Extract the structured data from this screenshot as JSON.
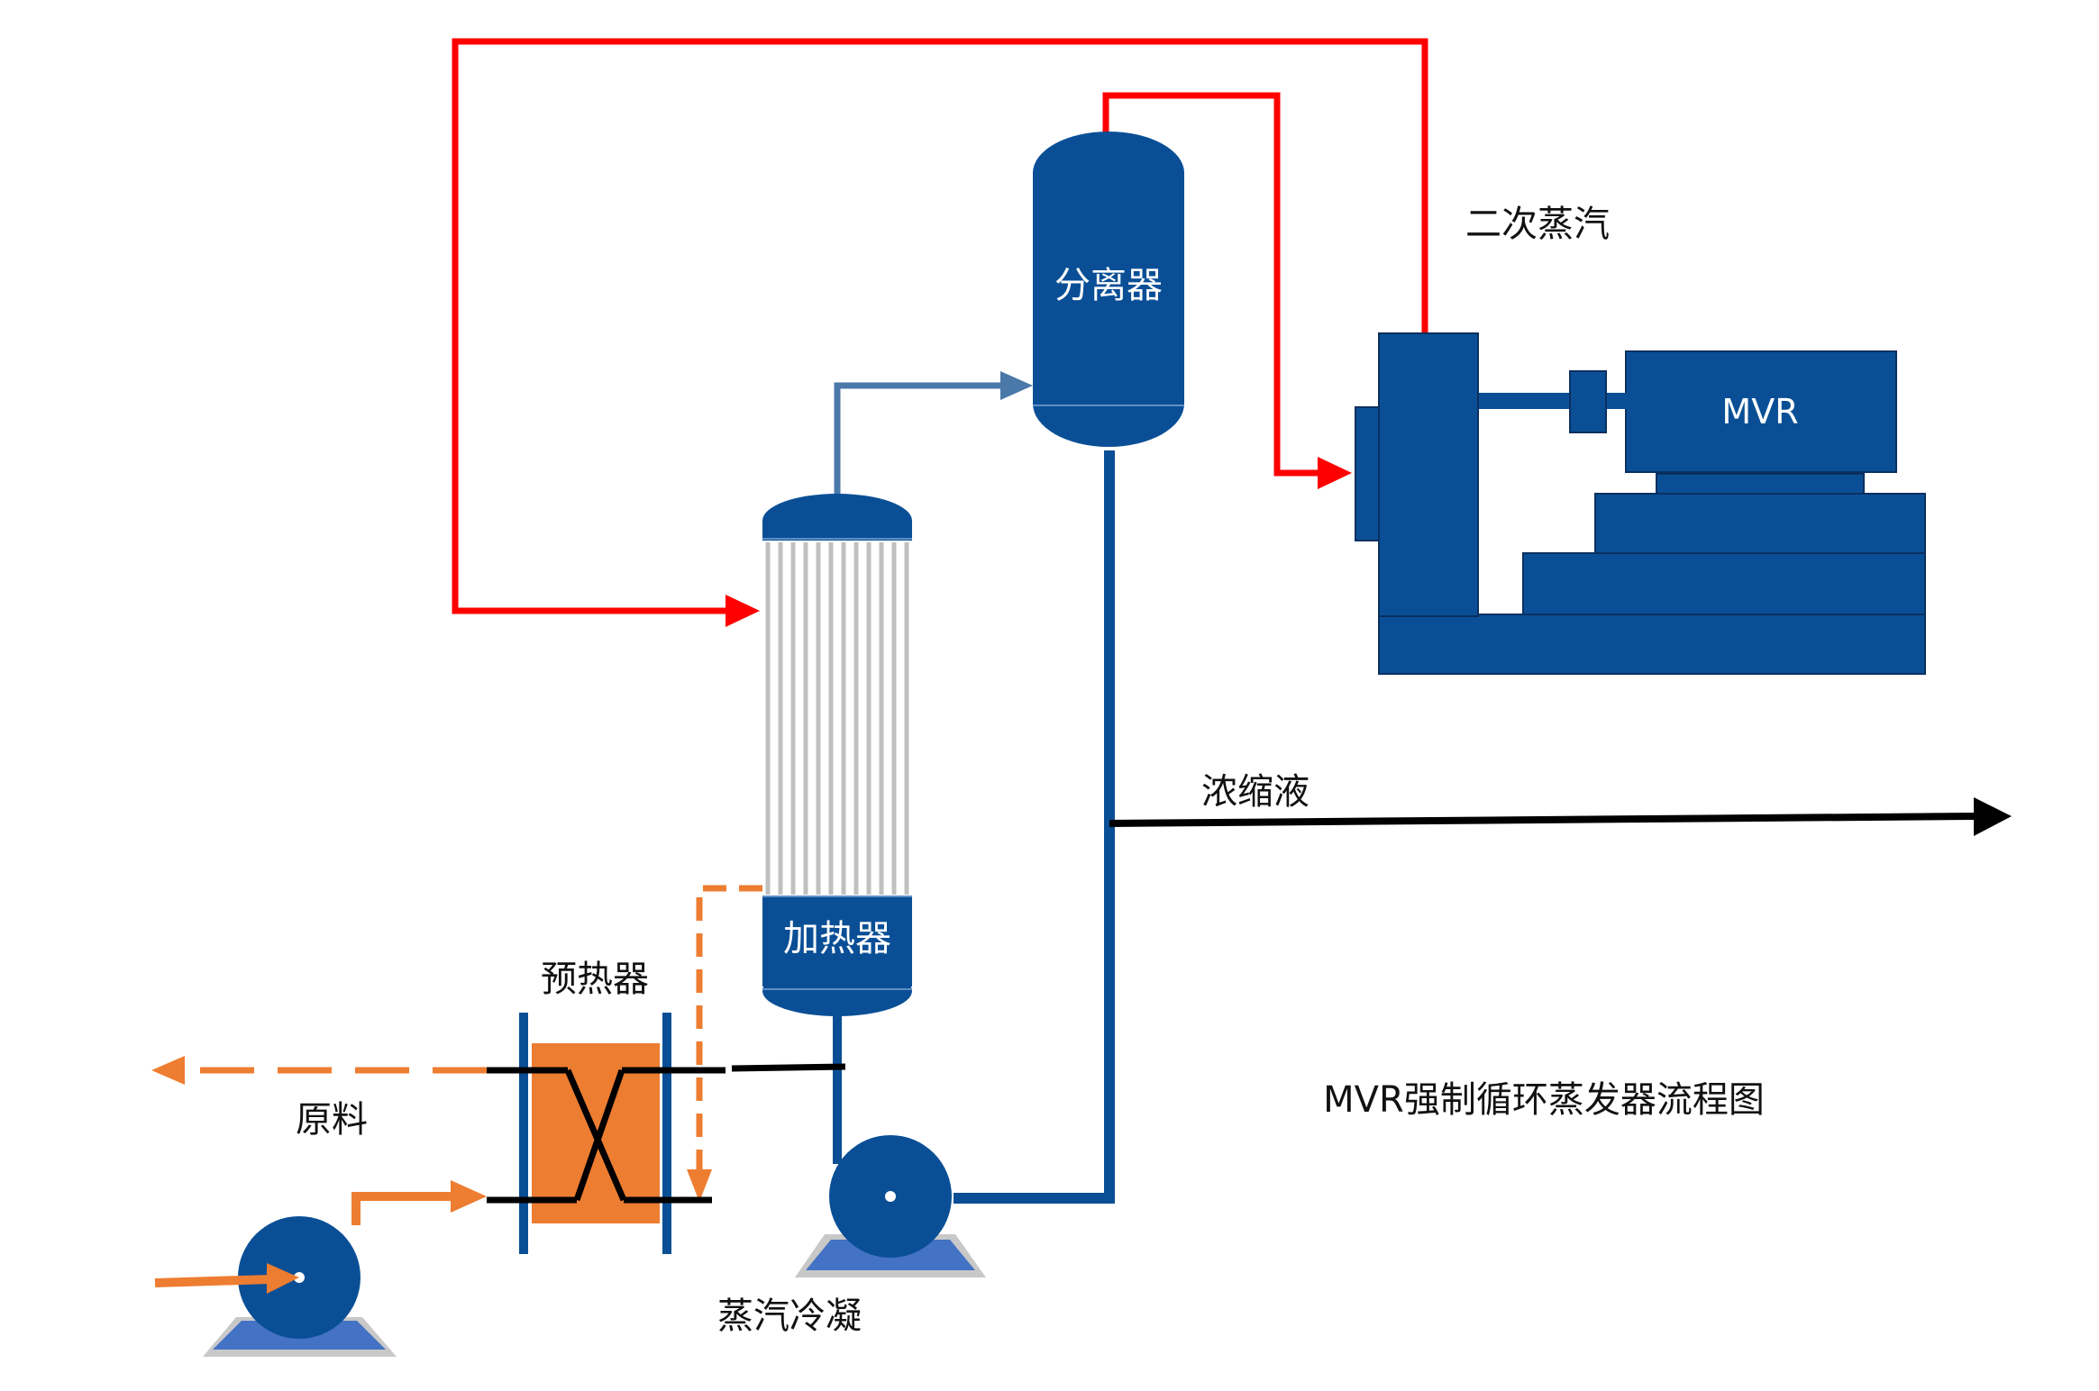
{
  "labels": {
    "separator": "分离器",
    "heater": "加热器",
    "preheater": "预热器",
    "secondary_steam": "二次蒸汽",
    "concentrate": "浓缩液",
    "raw_material": "原料",
    "steam_condensate": "蒸汽冷凝",
    "mvr": "MVR",
    "title": "MVR强制循环蒸发器流程图"
  },
  "colors": {
    "equipment_blue": "#0a4f96",
    "pump_base": "#4472c4",
    "steam_red": "#ff0000",
    "feed_orange": "#ed7d31",
    "riser_blue": "#4a78a8",
    "concentrate_black": "#000000",
    "tube_gray": "#c0c0c0"
  }
}
